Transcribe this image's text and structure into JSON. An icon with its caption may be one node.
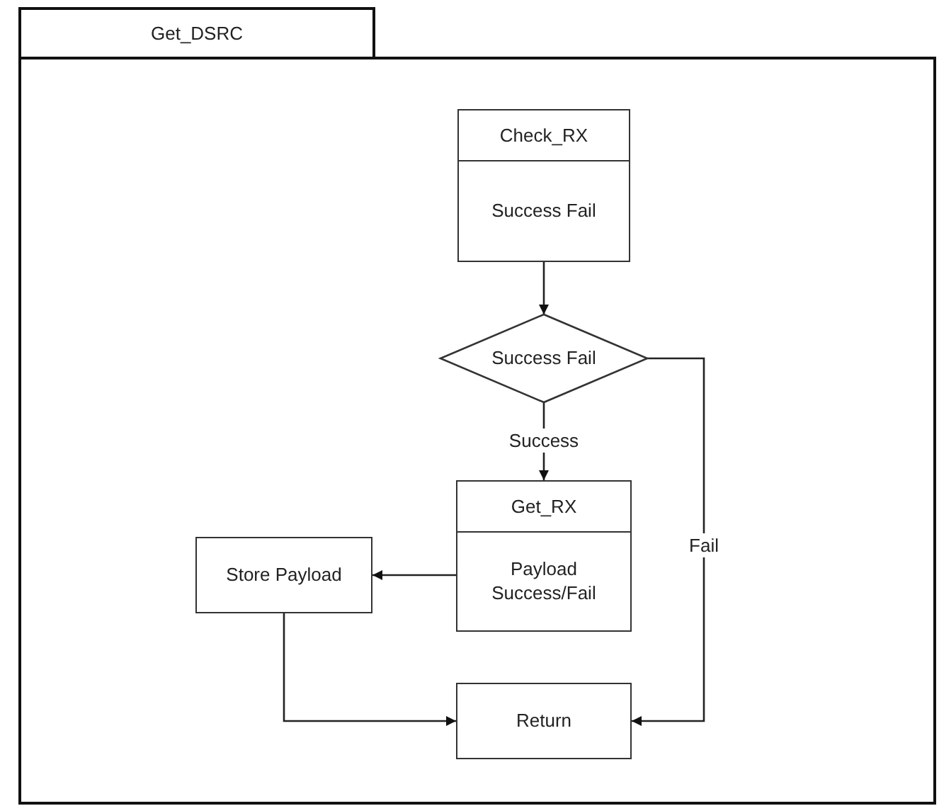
{
  "diagram": {
    "nodes": [
      {
        "text": [
          "Get_DSRC"
        ]
      },
      {
        "text": [
          "Check_RX",
          "Success Fail"
        ],
        "in": 0
      },
      {
        "text": [
          "Success Fail"
        ],
        "in": 0
      },
      {
        "text": [
          "Get_RX",
          "Payload Success/Fail"
        ],
        "in": 0
      },
      {
        "text": [
          "Store Payload"
        ],
        "in": 0
      },
      {
        "text": [
          "Return"
        ],
        "in": 0
      }
    ],
    "edges": [
      {
        "from": 1,
        "to": 2,
        "arrow": "to"
      },
      {
        "from": 2,
        "to": 3,
        "arrow": "to",
        "label": "Success"
      },
      {
        "from": 2,
        "to": 5,
        "arrow": "to",
        "label": "Fail"
      },
      {
        "from": 3,
        "to": 4,
        "arrow": "to"
      },
      {
        "from": 4,
        "to": 5,
        "arrow": "to"
      }
    ]
  }
}
